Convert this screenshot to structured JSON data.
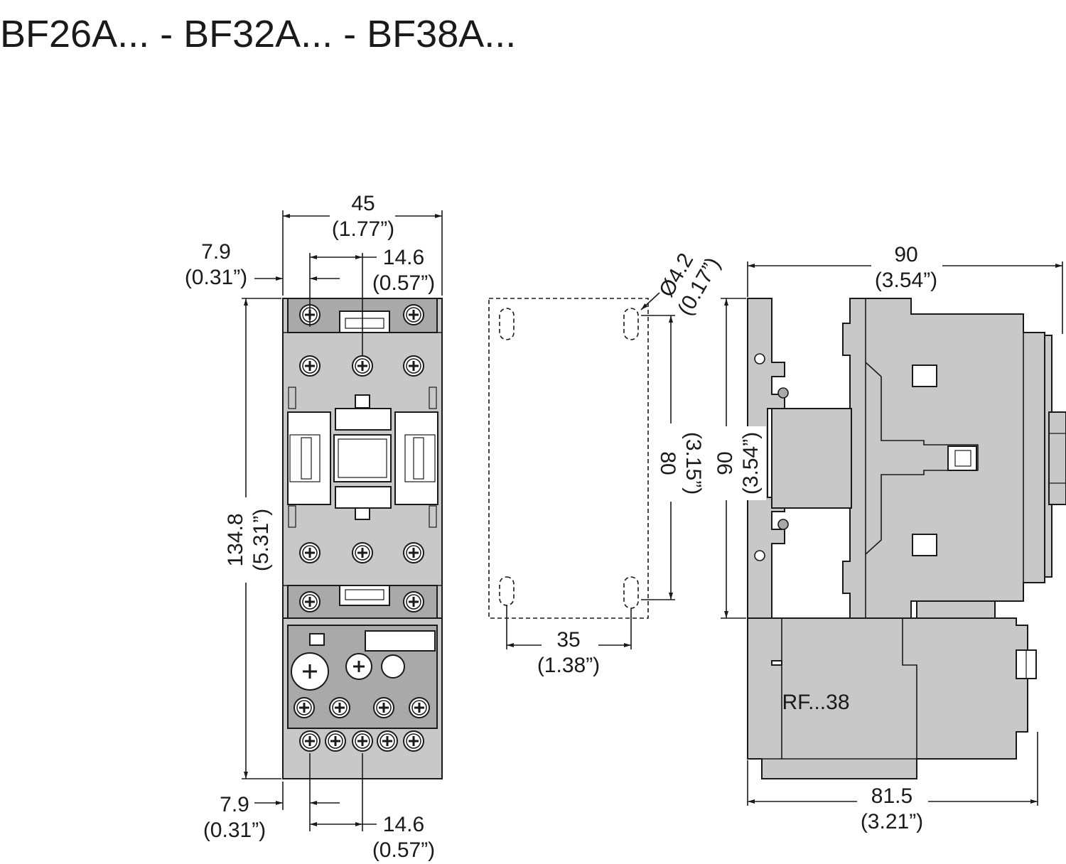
{
  "title": "BF26A... - BF32A... - BF38A...",
  "front_view": {
    "width_mm": "45",
    "width_in": "(1.77”)",
    "terminal_pitch_top_mm": "14.6",
    "terminal_pitch_top_in": "(0.57”)",
    "offset_top_mm": "7.9",
    "offset_top_in": "(0.31”)",
    "height_mm": "134.8",
    "height_in": "(5.31”)",
    "offset_bottom_mm": "7.9",
    "offset_bottom_in": "(0.31”)",
    "terminal_pitch_bottom_mm": "14.6",
    "terminal_pitch_bottom_in": "(0.57”)"
  },
  "mounting_view": {
    "hole_diameter_mm": "Ø4.2",
    "hole_diameter_in": "(0.17”)",
    "hole_spacing_v_mm": "80",
    "hole_spacing_v_in": "(3.15”)",
    "hole_spacing_h_mm": "35",
    "hole_spacing_h_in": "(1.38”)"
  },
  "side_view": {
    "depth_mm": "90",
    "depth_in": "(3.54”)",
    "height_mm": "90",
    "height_in": "(3.54”)",
    "relay_depth_mm": "81.5",
    "relay_depth_in": "(3.21”)",
    "relay_label": "RF...38"
  },
  "colors": {
    "housing": "#c8c8c8",
    "outline": "#1a1a1a"
  }
}
